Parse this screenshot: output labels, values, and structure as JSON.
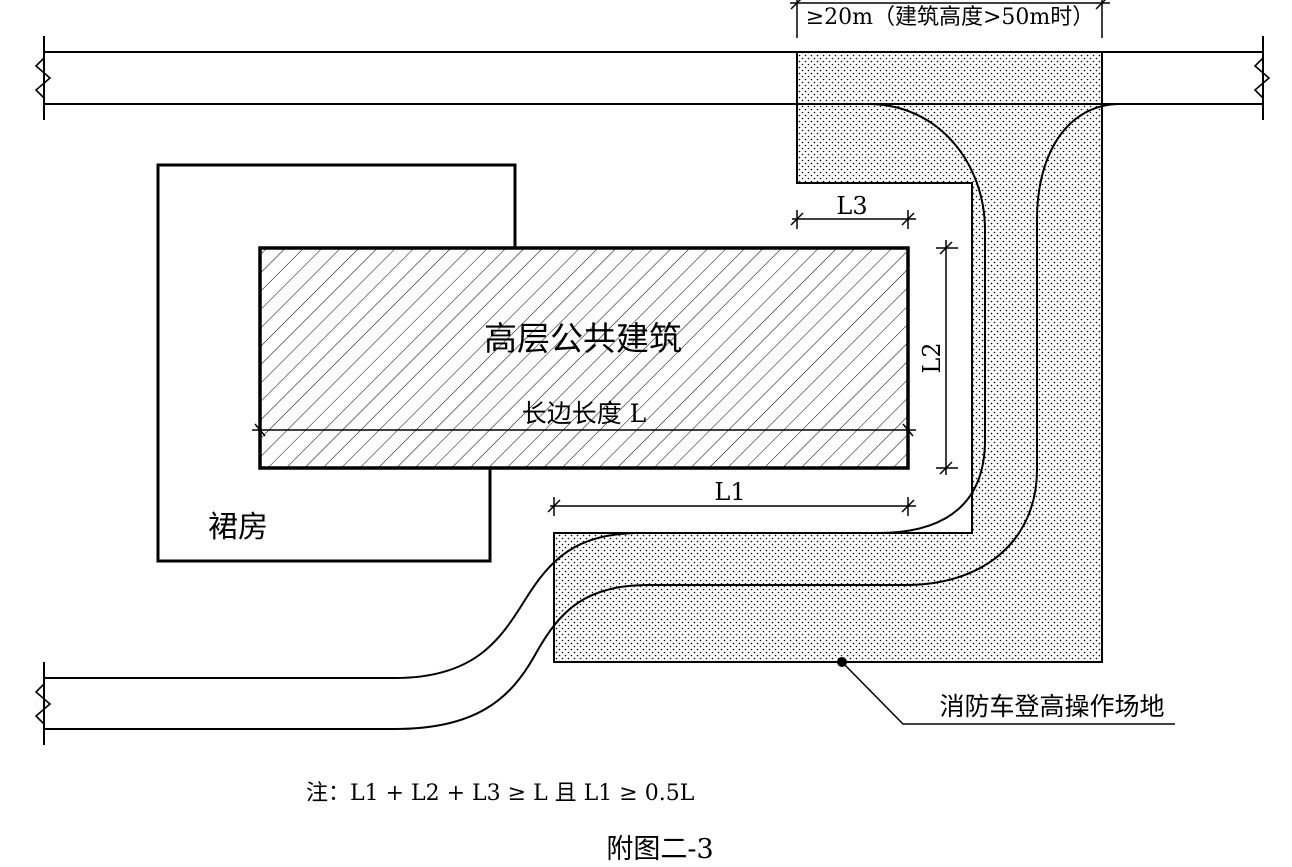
{
  "labels": {
    "top_dimension": "≥20m（建筑高度>50m时）",
    "building": "高层公共建筑",
    "long_side": "长边长度 L",
    "podium": "裙房",
    "l1": "L1",
    "l2": "L2",
    "l3": "L3",
    "operation_site": "消防车登高操作场地"
  },
  "note": "注：L1 + L2 + L3 ≥ L 且 L1 ≥ 0.5L",
  "caption": "附图二-3"
}
